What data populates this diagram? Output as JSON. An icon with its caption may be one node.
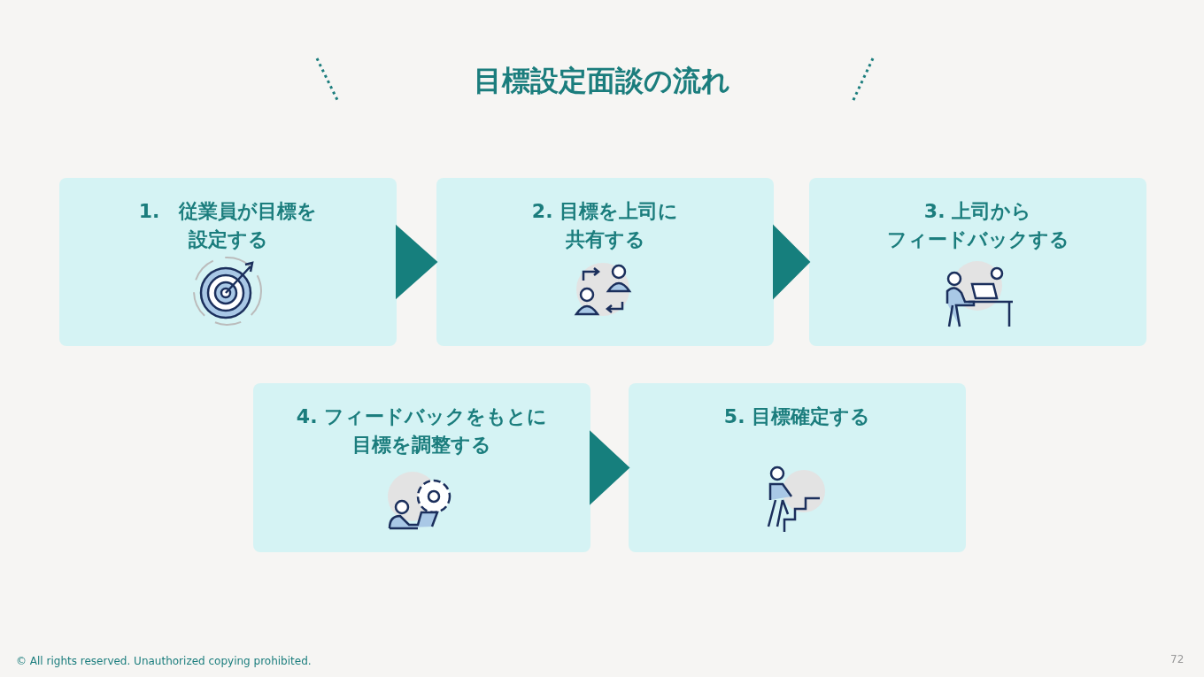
{
  "diagram": {
    "title": "目標設定面談の流れ",
    "nodes": [
      {
        "text": [
          "1.　従業員が目標を設定する"
        ]
      },
      {
        "text": [
          "2. 目標を上司に共有する"
        ]
      },
      {
        "text": [
          "3. 上司からフィードバックする"
        ]
      },
      {
        "text": [
          "4. フィードバックをもとに目標を調整する"
        ]
      },
      {
        "text": [
          "5. 目標確定する"
        ]
      }
    ],
    "edges": [
      {
        "from": 0,
        "to": 1,
        "arrow": "to"
      },
      {
        "from": 1,
        "to": 2,
        "arrow": "to"
      },
      {
        "from": 3,
        "to": 4,
        "arrow": "to"
      }
    ],
    "labels": [
      "© All rights reserved. Unauthorized copying prohibited.",
      "72"
    ]
  }
}
